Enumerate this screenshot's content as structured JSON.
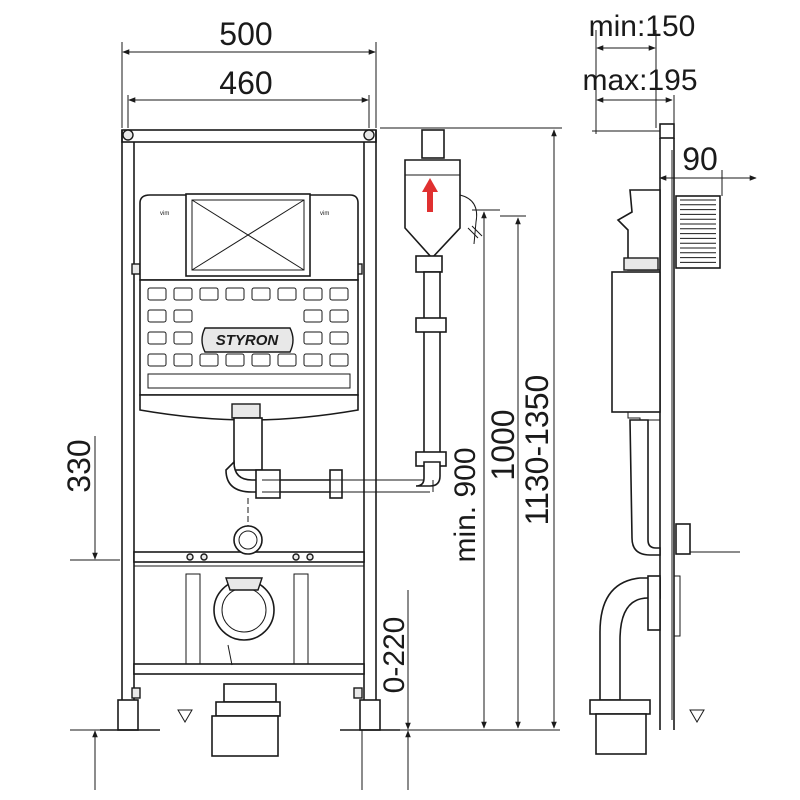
{
  "dimensions": {
    "frame_width_outer": "500",
    "frame_width_inner": "460",
    "wall_clearance_min": "min:150",
    "wall_clearance_max": "max:195",
    "cistern_depth": "90",
    "drain_height": "330",
    "pipe_min_height": "min. 900",
    "pipe_height": "1000",
    "frame_height_range": "1130-1350",
    "floor_adjust_range": "0-220"
  },
  "labels": {
    "brand_logo": "STYRON",
    "brand_small_left": "vim",
    "brand_small_right": "vim"
  },
  "colors": {
    "line": "#1a1a1a",
    "arrow": "#e03030",
    "panel_fill": "#e8e8e8"
  }
}
